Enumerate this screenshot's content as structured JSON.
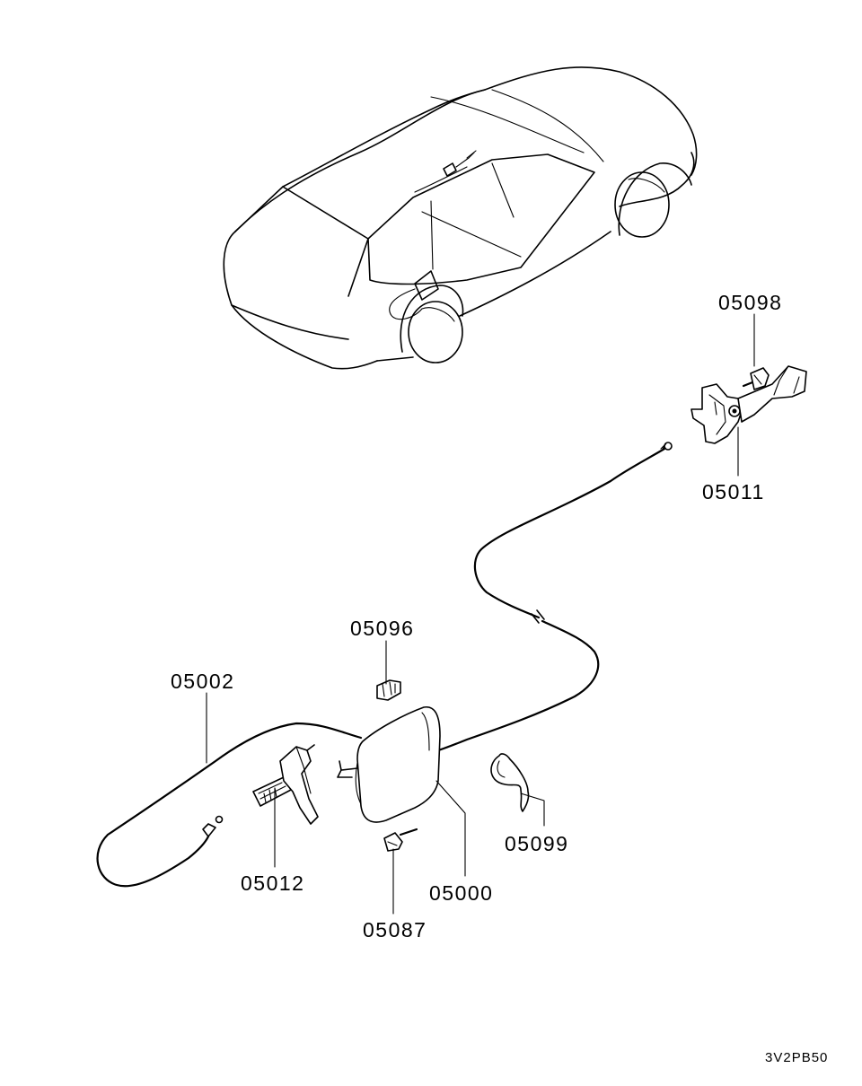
{
  "diagram": {
    "parts": {
      "p05098": "05098",
      "p05011": "05011",
      "p05096": "05096",
      "p05002": "05002",
      "p05012": "05012",
      "p05000": "05000",
      "p05087": "05087",
      "p05099": "05099"
    },
    "drawing_code": "3V2PB50"
  }
}
